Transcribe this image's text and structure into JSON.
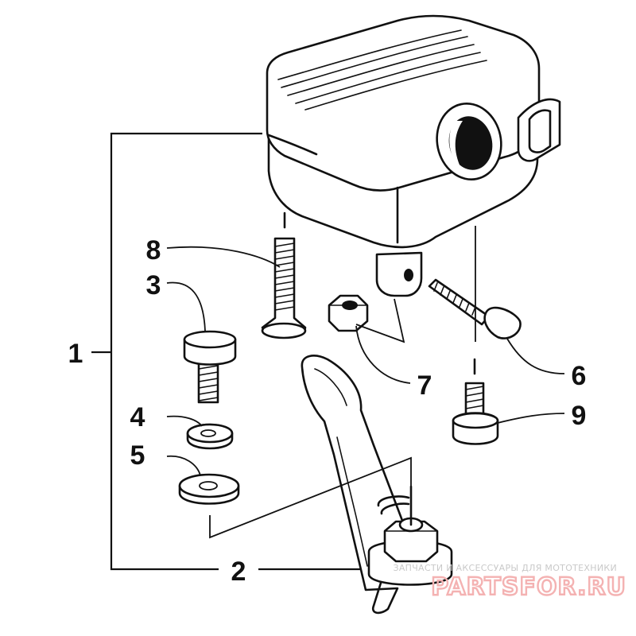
{
  "diagram": {
    "callouts": [
      {
        "id": "1",
        "label": "1"
      },
      {
        "id": "2",
        "label": "2"
      },
      {
        "id": "3",
        "label": "3"
      },
      {
        "id": "4",
        "label": "4"
      },
      {
        "id": "5",
        "label": "5"
      },
      {
        "id": "6",
        "label": "6"
      },
      {
        "id": "7",
        "label": "7"
      },
      {
        "id": "8",
        "label": "8"
      },
      {
        "id": "9",
        "label": "9"
      }
    ]
  },
  "watermark": {
    "subtitle": "ЗАПЧАСТИ И АКСЕССУАРЫ ДЛЯ МОТОТЕХНИКИ",
    "logo": "PARTSFOR.RU"
  },
  "colors": {
    "line": "#111111",
    "background": "#ffffff",
    "watermark_logo": "#f4b2b2",
    "watermark_text": "#c9c9c9"
  }
}
